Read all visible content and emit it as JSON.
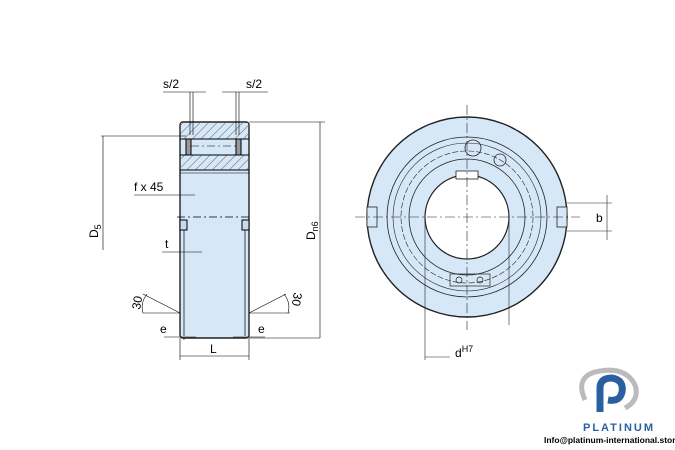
{
  "drawing": {
    "side_view_labels": {
      "s_left": "s/2",
      "s_right": "s/2",
      "chamfer": "f x 45",
      "d5_main": "D",
      "d5_sub": "5",
      "dn6_main": "D",
      "dn6_sub": "n6",
      "t": "t",
      "angle_left": "30",
      "angle_right": "30",
      "e_left": "e",
      "e_right": "e",
      "length": "L"
    },
    "front_view_labels": {
      "keyway": "b",
      "bore_main": "d",
      "bore_sup": "H7"
    }
  },
  "logo": {
    "brand": "PLATINUM",
    "email": "Info@platinum-international.store"
  },
  "colors": {
    "fill": "#d6e8f7",
    "brand": "#2a5fa0"
  }
}
